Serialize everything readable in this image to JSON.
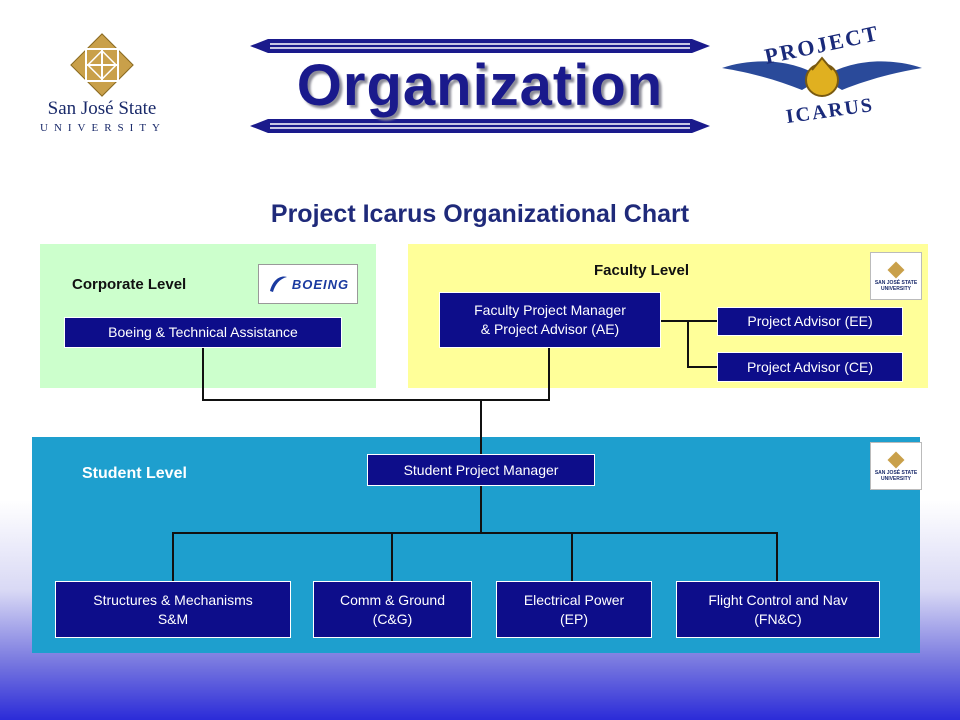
{
  "header": {
    "title": "Organization",
    "sjsu_logo": {
      "line1": "San José State",
      "line2": "UNIVERSITY"
    },
    "icarus_logo": {
      "top": "PROJECT",
      "bottom": "ICARUS"
    }
  },
  "chart": {
    "title": "Project Icarus Organizational Chart",
    "corporate": {
      "level_label": "Corporate Level",
      "logo_text": "BOEING",
      "box": "Boeing & Technical Assistance"
    },
    "faculty": {
      "level_label": "Faculty Level",
      "manager": "Faculty Project Manager\n& Project Advisor (AE)",
      "advisor_ee": "Project Advisor (EE)",
      "advisor_ce": "Project Advisor (CE)",
      "logo_text": "SAN JOSÉ STATE UNIVERSITY"
    },
    "student": {
      "level_label": "Student Level",
      "manager": "Student Project Manager",
      "logo_text": "SAN JOSÉ STATE UNIVERSITY",
      "teams": [
        "Structures & Mechanisms\nS&M",
        "Comm & Ground\n(C&G)",
        "Electrical Power\n(EP)",
        "Flight Control and Nav\n(FN&C)"
      ]
    }
  },
  "colors": {
    "title": "#1a1a8c",
    "box": "#0d0d8a",
    "corporate_panel": "#ccffcc",
    "faculty_panel": "#ffff99",
    "student_panel": "#1e9fce"
  }
}
